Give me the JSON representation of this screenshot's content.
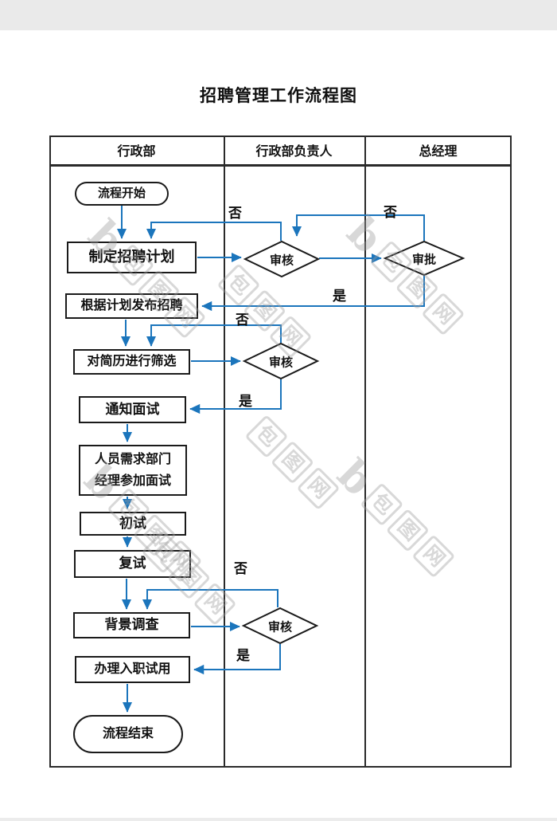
{
  "title": "招聘管理工作流程图",
  "lanes": [
    {
      "label": "行政部"
    },
    {
      "label": "行政部负责人"
    },
    {
      "label": "总经理"
    }
  ],
  "nodes": {
    "start": {
      "label": "流程开始"
    },
    "plan": {
      "label": "制定招聘计划"
    },
    "review1": {
      "label": "审核"
    },
    "approve": {
      "label": "审批"
    },
    "publish": {
      "label": "根据计划发布招聘"
    },
    "screen": {
      "label": "对简历进行筛选"
    },
    "review2": {
      "label": "审核"
    },
    "notify": {
      "label": "通知面试"
    },
    "dept": {
      "label_line1": "人员需求部门",
      "label_line2": "经理参加面试"
    },
    "first": {
      "label": "初试"
    },
    "second": {
      "label": "复试"
    },
    "review3": {
      "label": "审核"
    },
    "background": {
      "label": "背景调查"
    },
    "onboard": {
      "label": "办理入职试用"
    },
    "end": {
      "label": "流程结束"
    }
  },
  "edge_labels": {
    "yes": "是",
    "no": "否"
  },
  "watermark": {
    "prefix": "b",
    "chars": [
      "包",
      "图",
      "网"
    ]
  },
  "colors": {
    "connector": "#1b75bc",
    "shape_border": "#1a1a1a",
    "lane_border": "#2a2a2a",
    "watermark": "#9e9e9e"
  }
}
